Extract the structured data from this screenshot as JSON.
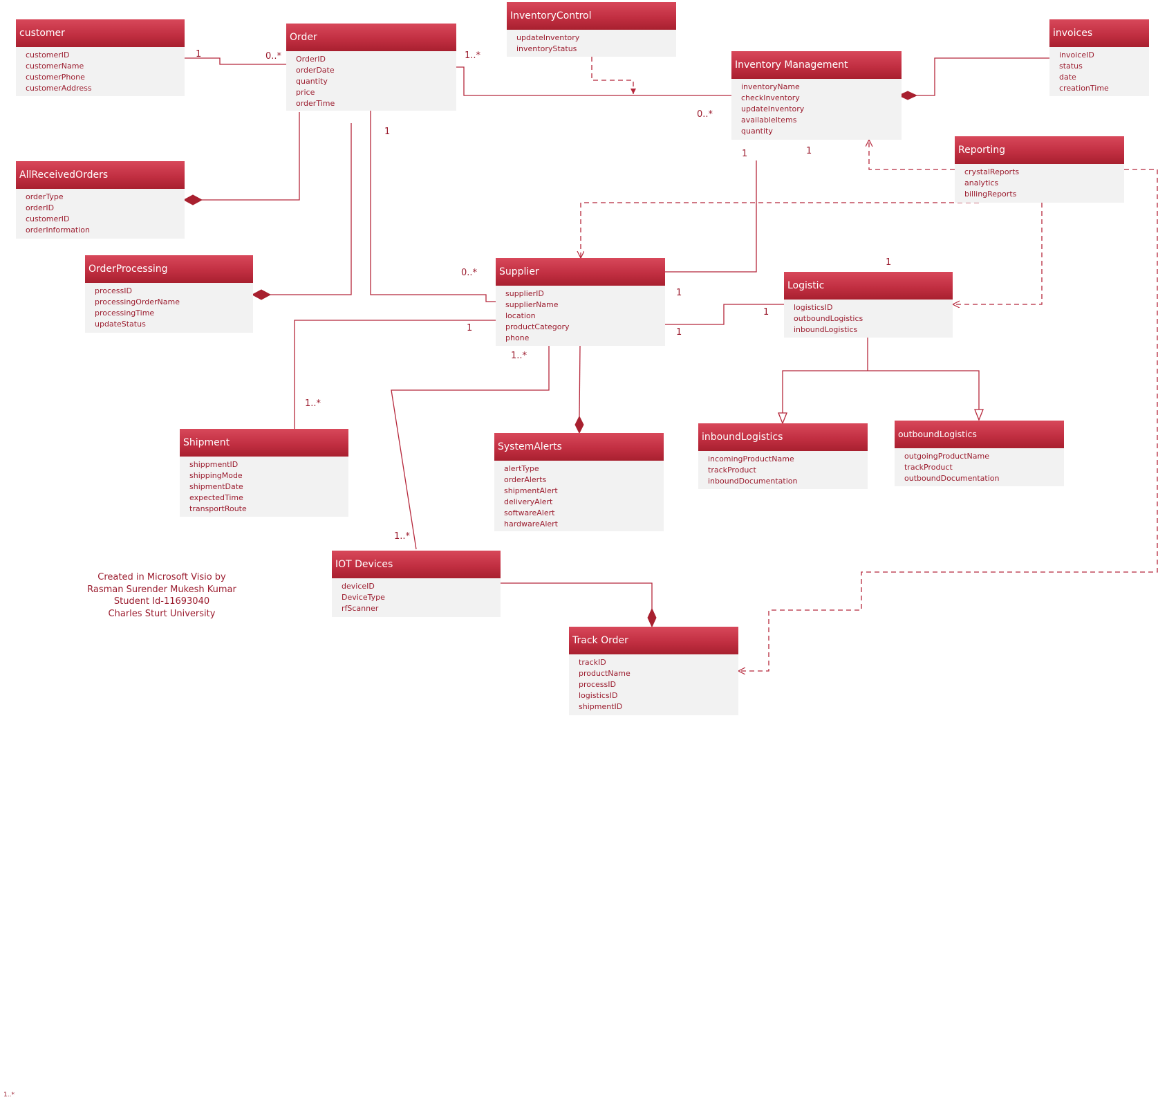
{
  "classes": [
    {
      "id": "customer",
      "title": "customer",
      "attributes": [
        "customerID",
        "customerName",
        "customerPhone",
        "customerAddress"
      ]
    },
    {
      "id": "order",
      "title": "Order",
      "attributes": [
        "OrderID",
        "orderDate",
        "quantity",
        "price",
        "orderTime"
      ]
    },
    {
      "id": "inventory-control",
      "title": "InventoryControl",
      "attributes": [
        "updateInventory",
        "inventoryStatus"
      ]
    },
    {
      "id": "inventory-management",
      "title": "Inventory Management",
      "attributes": [
        "inventoryName",
        "checkInventory",
        "updateInventory",
        "availableItems",
        "quantity"
      ]
    },
    {
      "id": "invoices",
      "title": "invoices",
      "attributes": [
        "invoiceID",
        "status",
        "date",
        "creationTime"
      ]
    },
    {
      "id": "all-received-orders",
      "title": "AllReceivedOrders",
      "attributes": [
        "orderType",
        "orderID",
        "customerID",
        "orderInformation"
      ]
    },
    {
      "id": "reporting",
      "title": "Reporting",
      "attributes": [
        "crystalReports",
        "analytics",
        "billingReports"
      ]
    },
    {
      "id": "order-processing",
      "title": "OrderProcessing",
      "attributes": [
        "processID",
        "processingOrderName",
        "processingTime",
        "updateStatus"
      ]
    },
    {
      "id": "supplier",
      "title": "Supplier",
      "attributes": [
        "supplierID",
        "supplierName",
        "location",
        "productCategory",
        "phone"
      ]
    },
    {
      "id": "logistic",
      "title": "Logistic",
      "attributes": [
        "logisticsID",
        "outboundLogistics",
        "inboundLogistics"
      ]
    },
    {
      "id": "shipment",
      "title": "Shipment",
      "attributes": [
        "shippmentID",
        "shippingMode",
        "shipmentDate",
        "expectedTime",
        "transportRoute"
      ]
    },
    {
      "id": "system-alerts",
      "title": "SystemAlerts",
      "attributes": [
        "alertType",
        "orderAlerts",
        "shipmentAlert",
        "deliveryAlert",
        "softwareAlert",
        "hardwareAlert"
      ]
    },
    {
      "id": "inbound-logistics",
      "title": "inboundLogistics",
      "attributes": [
        "incomingProductName",
        "trackProduct",
        "inboundDocumentation"
      ]
    },
    {
      "id": "outbound-logistics",
      "title": "outboundLogistics",
      "attributes": [
        "outgoingProductName",
        "trackProduct",
        "outboundDocumentation"
      ]
    },
    {
      "id": "iot-devices",
      "title": "IOT Devices",
      "attributes": [
        "deviceID",
        "DeviceType",
        "rfScanner"
      ]
    },
    {
      "id": "track-order",
      "title": "Track Order",
      "attributes": [
        "trackID",
        "productName",
        "processID",
        "logisticsID",
        "shipmentID"
      ]
    }
  ],
  "multiplicities": {
    "customer_order_1": "1",
    "customer_order_many": "0..*",
    "order_inventory_many": "1..*",
    "inventory_order_many": "0..*",
    "order_supplier_1": "1",
    "inventory_supplier_1a": "1",
    "inventory_supplier_1b": "1",
    "supplier_order_many": "0..*",
    "reporting_logistic_1": "1",
    "supplier_inventory_1": "1",
    "logistic_supplier_1": "1",
    "supplier_logistic_1": "1",
    "supplier_shipment_1": "1",
    "supplier_iot_many": "1..*",
    "shipment_many": "1..*",
    "iot_many": "1..*"
  },
  "credit": {
    "line1": "Created in Microsoft Visio by",
    "line2": "Rasman Surender Mukesh Kumar",
    "line3": "Student Id-11693040",
    "line4": "Charles Sturt University"
  },
  "footnote": "1..*",
  "colors": {
    "header_top": "#d8485a",
    "header_bottom": "#a8202f",
    "line": "#b5263a",
    "text": "#9b1c2e",
    "body": "#f2f2f2"
  }
}
